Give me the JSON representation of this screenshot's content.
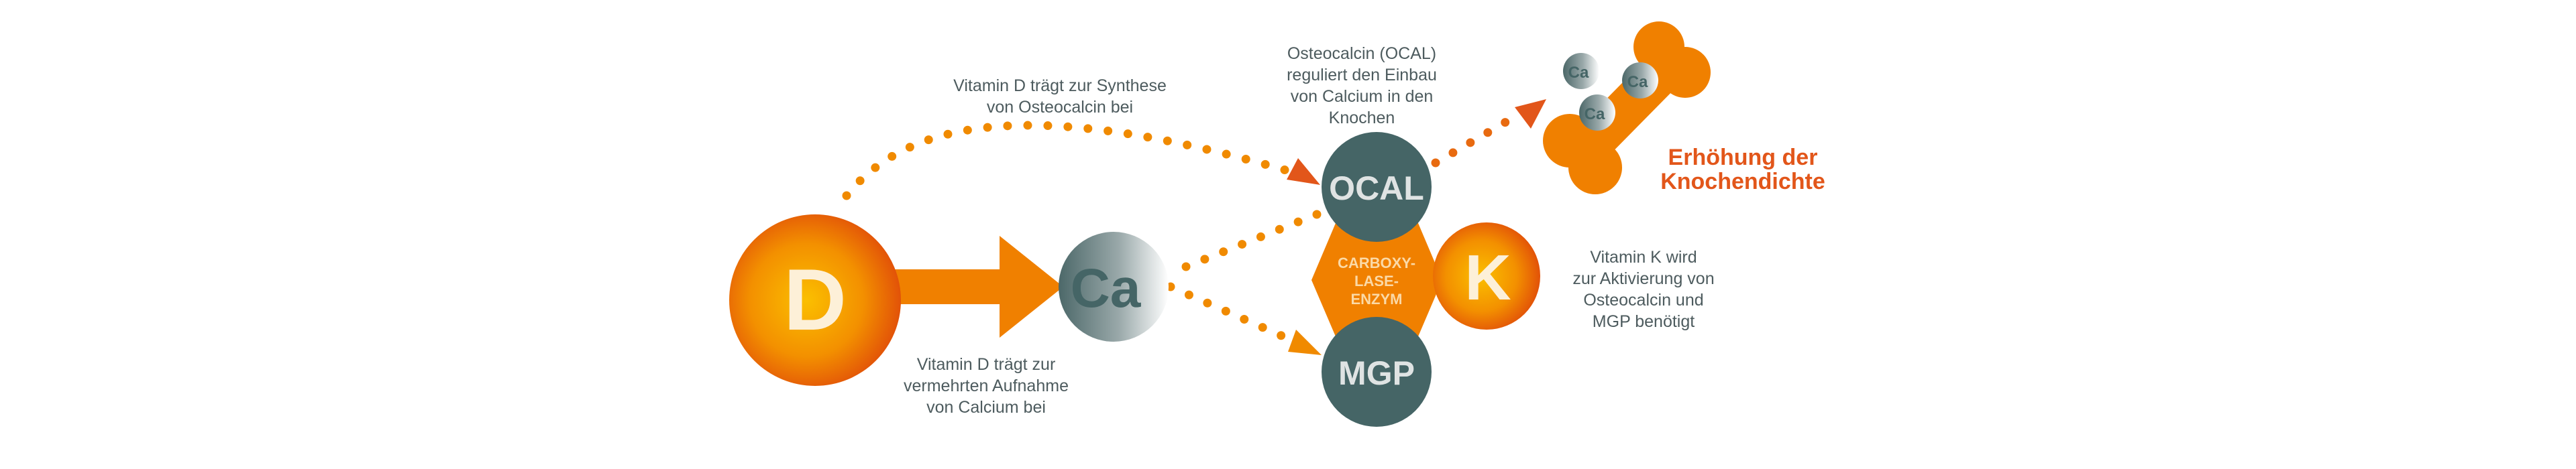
{
  "colors": {
    "orange": "#f08000",
    "dark_orange": "#e2561a",
    "teal": "#456566",
    "text": "#4d5b5e",
    "cream": "#fdf0d8"
  },
  "nodes": {
    "vitamin_d": "D",
    "calcium": "Ca",
    "ocal": "OCAL",
    "mgp": "MGP",
    "vitamin_k": "K",
    "enzyme": [
      "CARBOXY-",
      "LASE-",
      "ENZYM"
    ],
    "bone_calcium": [
      "Ca",
      "Ca",
      "Ca"
    ]
  },
  "labels": {
    "synthesis": [
      "Vitamin D trägt zur Synthese",
      "von Osteocalcin bei"
    ],
    "ocal_desc": [
      "Osteocalcin (OCAL)",
      "reguliert den Einbau",
      "von Calcium in den",
      "Knochen"
    ],
    "vitamin_k_desc": [
      "Vitamin K wird",
      "zur Aktivierung von",
      "Osteocalcin und",
      "MGP benötigt"
    ],
    "absorption": [
      "Vitamin D trägt zur",
      "vermehrten Aufnahme",
      "von Calcium bei"
    ],
    "result": [
      "Erhöhung der",
      "Knochendichte"
    ]
  }
}
